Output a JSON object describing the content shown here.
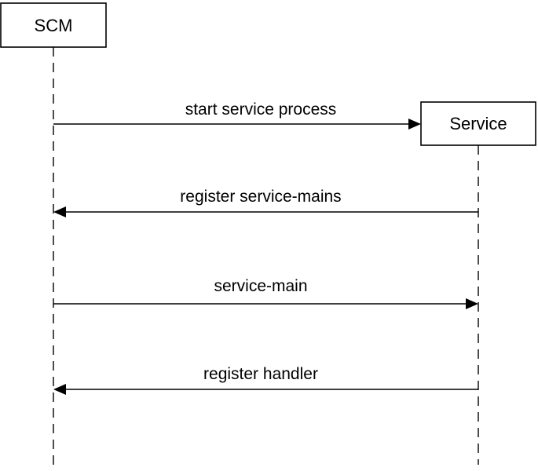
{
  "participants": [
    {
      "id": "scm",
      "label": "SCM"
    },
    {
      "id": "service",
      "label": "Service"
    }
  ],
  "messages": [
    {
      "label": "start service process",
      "from": "SCM",
      "to": "Service"
    },
    {
      "label": "register service-mains",
      "from": "Service",
      "to": "SCM"
    },
    {
      "label": "service-main",
      "from": "SCM",
      "to": "Service"
    },
    {
      "label": "register handler",
      "from": "Service",
      "to": "SCM"
    }
  ]
}
